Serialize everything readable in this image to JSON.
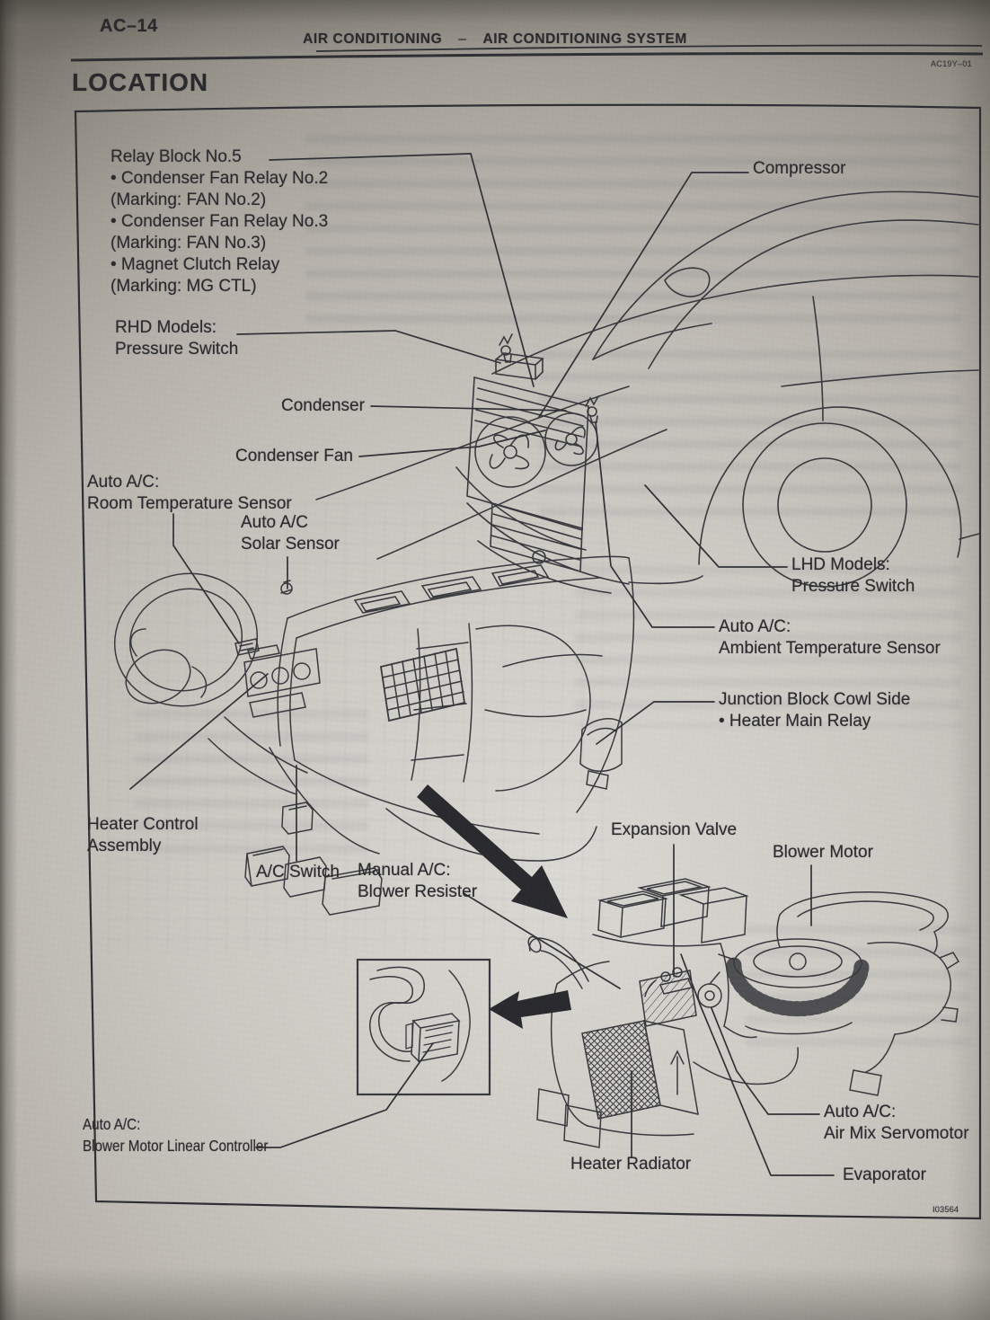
{
  "page": {
    "page_number": "AC–14",
    "header_left": "AIR CONDITIONING",
    "header_sep": "–",
    "header_right": "AIR CONDITIONING SYSTEM",
    "doc_code": "AC19Y–01",
    "section_title": "LOCATION",
    "figure_code": "I03564"
  },
  "labels": {
    "relay_block": {
      "lines": [
        "Relay Block No.5",
        "• Condenser Fan Relay No.2",
        "(Marking: FAN No.2)",
        "• Condenser Fan Relay No.3",
        "(Marking: FAN No.3)",
        "• Magnet Clutch Relay",
        "(Marking: MG CTL)"
      ]
    },
    "rhd_pressure_switch": {
      "lines": [
        "RHD Models:",
        "Pressure Switch"
      ]
    },
    "condenser": {
      "lines": [
        "Condenser"
      ]
    },
    "condenser_fan": {
      "lines": [
        "Condenser Fan"
      ]
    },
    "room_temp_sensor": {
      "lines": [
        "Auto A/C:",
        "Room Temperature Sensor"
      ]
    },
    "solar_sensor": {
      "lines": [
        "Auto A/C",
        "Solar Sensor"
      ]
    },
    "compressor": {
      "lines": [
        "Compressor"
      ]
    },
    "lhd_pressure_switch": {
      "lines": [
        "LHD Models:",
        "Pressure Switch"
      ]
    },
    "ambient_temp_sensor": {
      "lines": [
        "Auto A/C:",
        "Ambient Temperature Sensor"
      ]
    },
    "junction_block": {
      "lines": [
        "Junction Block Cowl Side",
        "• Heater Main Relay"
      ]
    },
    "heater_control": {
      "lines": [
        "Heater Control",
        "Assembly"
      ]
    },
    "ac_switch": {
      "lines": [
        "A/C Switch"
      ]
    },
    "blower_resistor": {
      "lines": [
        "Manual A/C:",
        "Blower Resister"
      ]
    },
    "expansion_valve": {
      "lines": [
        "Expansion Valve"
      ]
    },
    "blower_motor": {
      "lines": [
        "Blower Motor"
      ]
    },
    "blower_linear_controller": {
      "lines": [
        "Auto A/C:",
        "Blower Motor Linear Controller"
      ]
    },
    "heater_radiator": {
      "lines": [
        "Heater Radiator"
      ]
    },
    "air_mix_servo": {
      "lines": [
        "Auto A/C:",
        "Air Mix Servomotor"
      ]
    },
    "evaporator": {
      "lines": [
        "Evaporator"
      ]
    }
  },
  "colors": {
    "ink": "#2b2c30",
    "paper_light": "#dbd9d4",
    "paper_dark": "#8f8b84"
  }
}
